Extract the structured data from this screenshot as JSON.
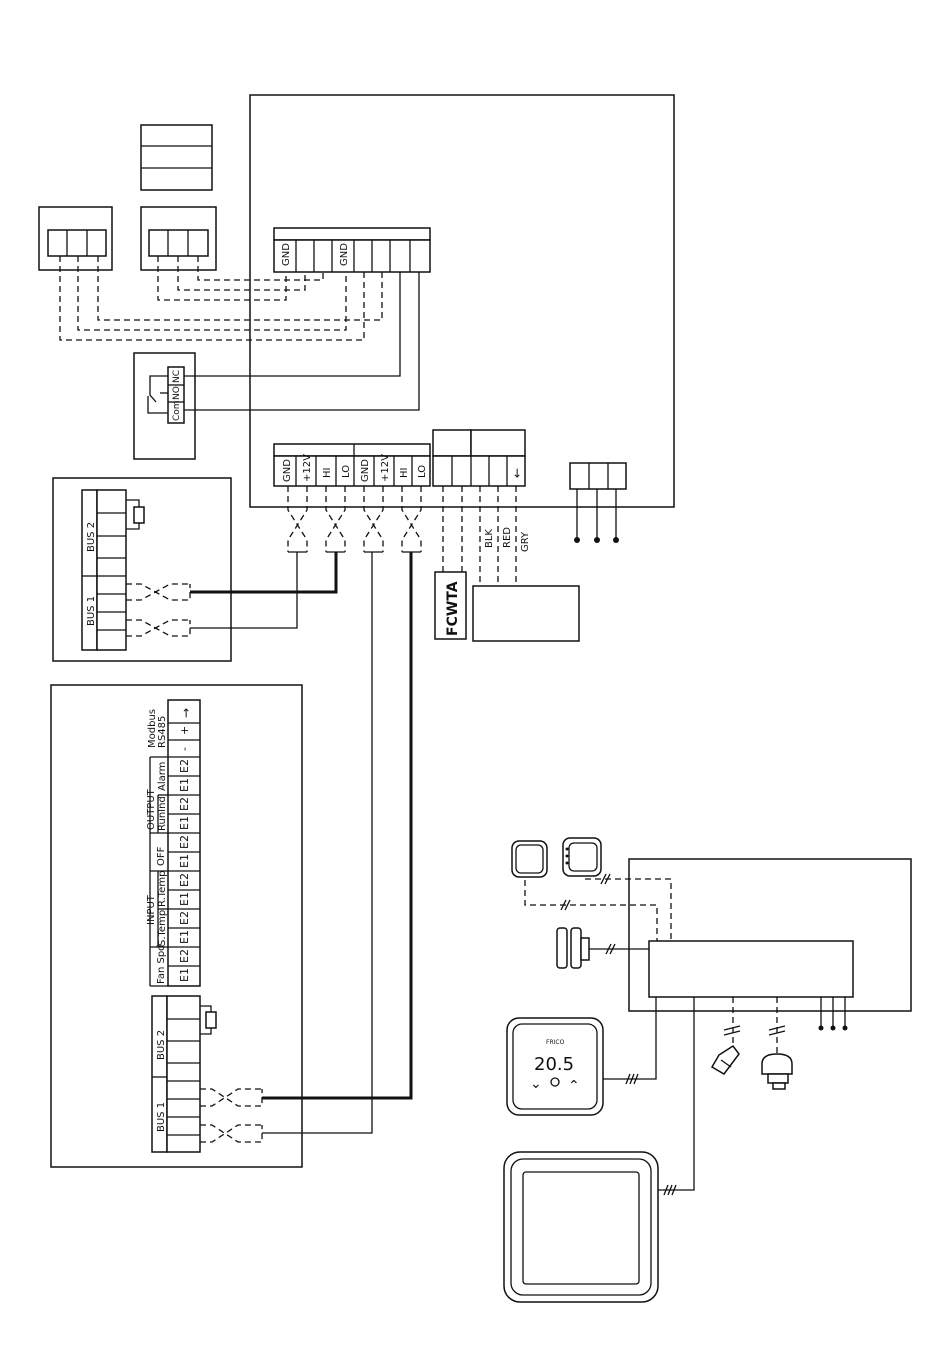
{
  "main_unit": {
    "top_terminal_labels": [
      "GND",
      "",
      "",
      "",
      "GND",
      "",
      "",
      "",
      ""
    ],
    "bus_terminal_labels": [
      "GND",
      "+12V",
      "HI",
      "LO",
      "GND",
      "+12V",
      "HI",
      "LO"
    ],
    "sensor_block_labels": [
      "",
      "",
      "",
      "",
      "←"
    ]
  },
  "relay": {
    "labels": [
      "NC",
      "NO",
      "Com"
    ]
  },
  "wire_colors": [
    "BLK",
    "RED",
    "GRY"
  ],
  "fcwta_label": "FCWTA",
  "module_1": {
    "bus_labels": [
      "BUS 2",
      "BUS 1"
    ]
  },
  "module_2": {
    "bus_labels": [
      "BUS 2",
      "BUS 1"
    ],
    "io_groups": [
      {
        "title": "Modbus",
        "subtitle": "RS485",
        "pins": [
          "→",
          "+",
          "-"
        ]
      },
      {
        "title": "OUTPUT",
        "sub": [
          "Alarm",
          "RunInd"
        ],
        "pins": [
          "E2",
          "E1",
          "E2",
          "E1"
        ]
      },
      {
        "title": "",
        "sub": [
          "OFF"
        ],
        "pins": [
          "E2",
          "E1"
        ]
      },
      {
        "title": "INPUT",
        "sub": [
          "R.Temp",
          "S.Temp"
        ],
        "pins": [
          "E2",
          "E1",
          "E2",
          "E1"
        ]
      },
      {
        "title": "",
        "sub": [
          "Fan Spd"
        ],
        "pins": [
          "E2",
          "E1"
        ]
      }
    ]
  },
  "thermostat": {
    "display_value": "20.5",
    "brand": "FRICO"
  }
}
